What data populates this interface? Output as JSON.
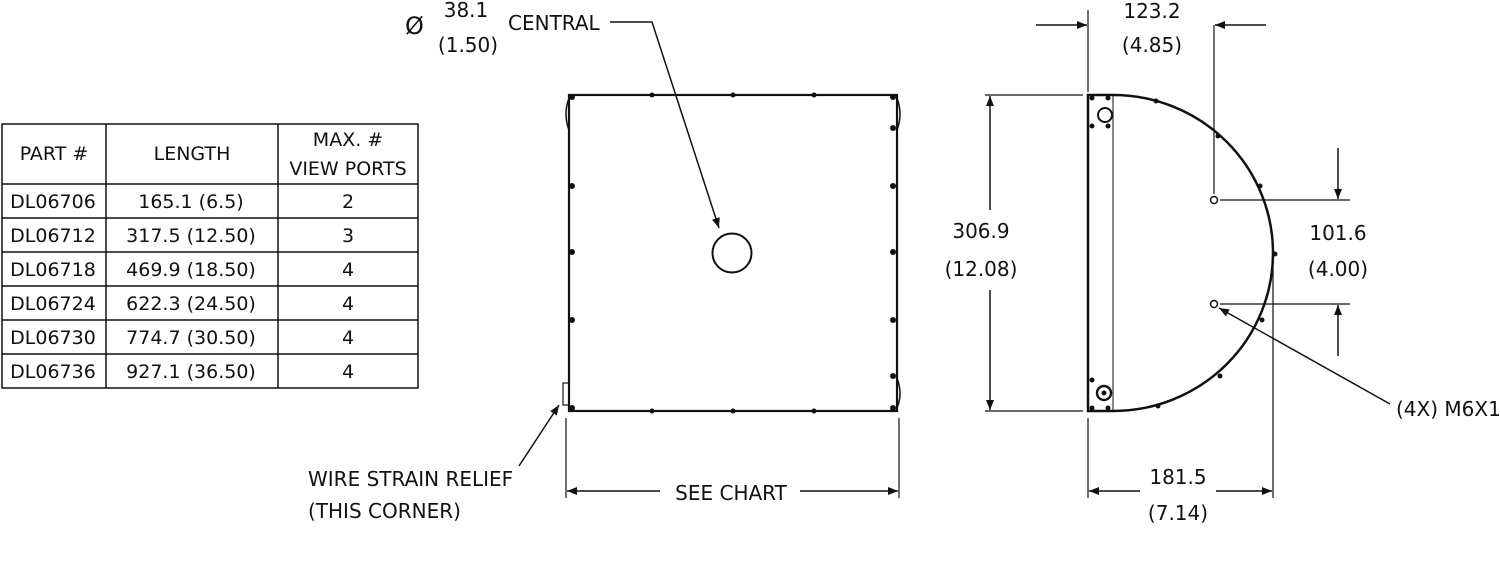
{
  "table": {
    "headers": [
      "PART #",
      "LENGTH",
      "MAX. #",
      "VIEW PORTS"
    ],
    "rows": [
      [
        "DL06706",
        "165.1 (6.5)",
        "2"
      ],
      [
        "DL06712",
        "317.5 (12.50)",
        "3"
      ],
      [
        "DL06718",
        "469.9 (18.50)",
        "4"
      ],
      [
        "DL06724",
        "622.3 (24.50)",
        "4"
      ],
      [
        "DL06730",
        "774.7 (30.50)",
        "4"
      ],
      [
        "DL06736",
        "927.1 (36.50)",
        "4"
      ]
    ]
  },
  "front_view": {
    "port_diameter_symbol": "Ø",
    "port_diameter_mm": "38.1",
    "port_diameter_in": "(1.50)",
    "port_label": "CENTRAL",
    "strain_relief_line1": "WIRE STRAIN RELIEF",
    "strain_relief_line2": "(THIS CORNER)",
    "length_label": "SEE CHART"
  },
  "side_view": {
    "top_dim_mm": "123.2",
    "top_dim_in": "(4.85)",
    "height_mm": "306.9",
    "height_in": "(12.08)",
    "hole_spacing_mm": "101.6",
    "hole_spacing_in": "(4.00)",
    "thread_label": "(4X) M6X1",
    "depth_mm": "181.5",
    "depth_in": "(7.14)"
  }
}
